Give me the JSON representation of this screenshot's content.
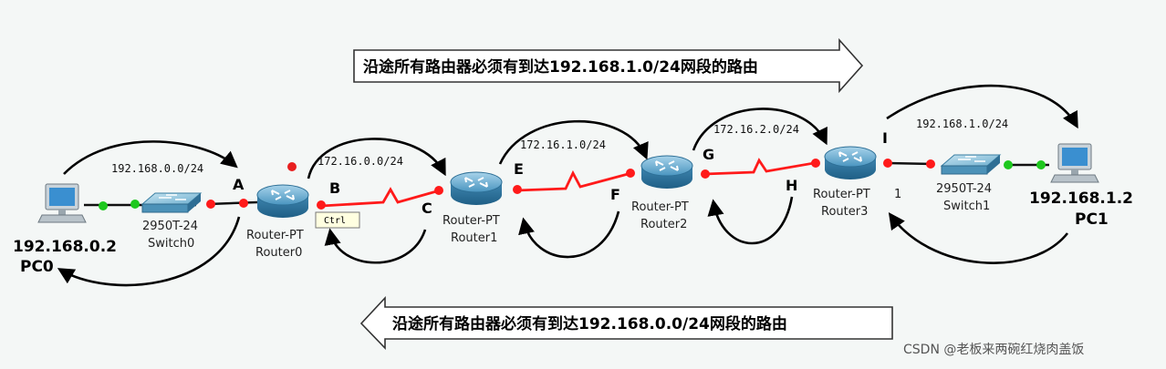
{
  "banners": {
    "top": "沿途所有路由器必须有到达192.168.1.0/24网段的路由",
    "bottom": "沿途所有路由器必须有到达192.168.0.0/24网段的路由"
  },
  "networks": {
    "n0": "192.168.0.0/24",
    "n1": "172.16.0.0/24",
    "n2": "172.16.1.0/24",
    "n3": "172.16.2.0/24",
    "n4": "192.168.1.0/24"
  },
  "devices": {
    "pc0": {
      "ip": "192.168.0.2",
      "name": "PC0"
    },
    "pc1": {
      "ip": "192.168.1.2",
      "name": "PC1"
    },
    "switch0": {
      "model": "2950T-24",
      "name": "Switch0"
    },
    "switch1": {
      "model": "2950T-24",
      "name": "Switch1"
    },
    "router0": {
      "model": "Router-PT",
      "name": "Router0"
    },
    "router1": {
      "model": "Router-PT",
      "name": "Router1"
    },
    "router2": {
      "model": "Router-PT",
      "name": "Router2"
    },
    "router3": {
      "model": "Router-PT",
      "name": "Router3"
    }
  },
  "ports": {
    "A": "A",
    "B": "B",
    "C": "C",
    "E": "E",
    "F": "F",
    "G": "G",
    "H": "H",
    "I": "I"
  },
  "router3_port_suffix": "1",
  "tooltip": "Ctrl",
  "watermark": "CSDN @老板来两碗红烧肉盖饭",
  "colors": {
    "link_black": "#111111",
    "link_red": "#ff1a1a",
    "port_green": "#1ec81e",
    "port_red": "#ff1a1a",
    "router_blue": "#3b8bb8",
    "switch_blue": "#4a9cc0"
  }
}
